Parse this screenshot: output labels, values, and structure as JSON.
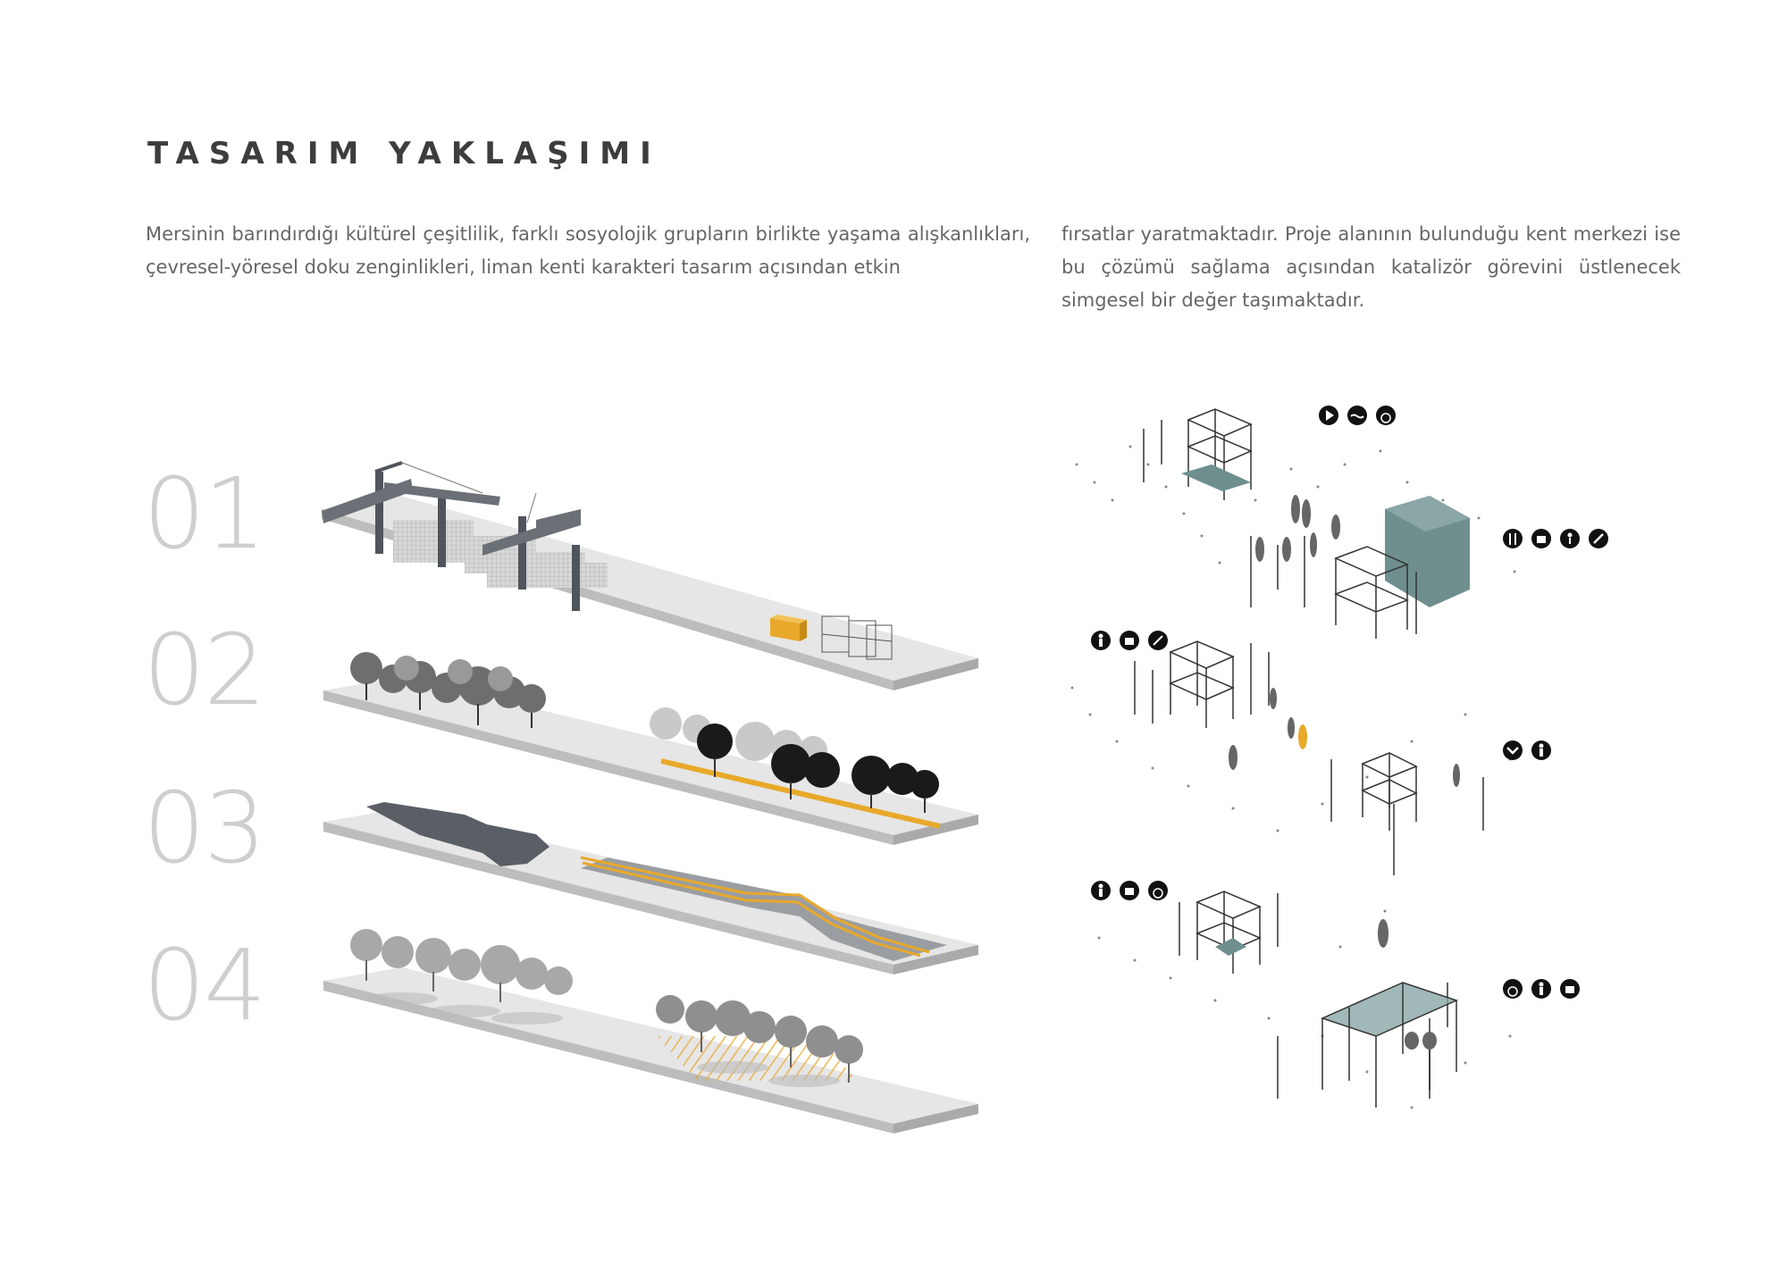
{
  "header": {
    "title": "TASARIM YAKLAŞIMI"
  },
  "intro": {
    "left_text": "Mersinin barındırdığı kültürel çeşitlilik, farklı sosyolojik grupların birlikte yaşama alışkanlıkları, çevresel-yöresel doku zenginlikleri, liman kenti karakteri tasarım açısından etkin",
    "right_text": "fırsatlar yaratmaktadır. Proje alanının bulunduğu kent merkezi ise bu çözümü sağlama açısından katalizör görevini üstlenecek simgesel bir değer taşımaktadır."
  },
  "steps": [
    {
      "number": "01"
    },
    {
      "number": "02"
    },
    {
      "number": "03"
    },
    {
      "number": "04"
    }
  ],
  "colors": {
    "accent_yellow": "#e8a92a",
    "slab_gray": "#e3e3e3",
    "dark_gray": "#555a60",
    "teal_glass": "#6f8f8f",
    "icon_black": "#111111"
  },
  "icon_groups": [
    {
      "icons": [
        "play-icon",
        "swim-icon",
        "wheelchair-icon"
      ]
    },
    {
      "icons": [
        "restaurant-icon",
        "family-icon",
        "child-icon",
        "pen-icon"
      ]
    },
    {
      "icons": [
        "person-icon",
        "family-icon",
        "exercise-icon"
      ]
    },
    {
      "icons": [
        "chevron-icon",
        "person-icon"
      ]
    },
    {
      "icons": [
        "person-icon",
        "family-icon",
        "wheelchair-icon"
      ]
    },
    {
      "icons": [
        "wheelchair-icon",
        "person-icon",
        "family-icon"
      ]
    }
  ]
}
